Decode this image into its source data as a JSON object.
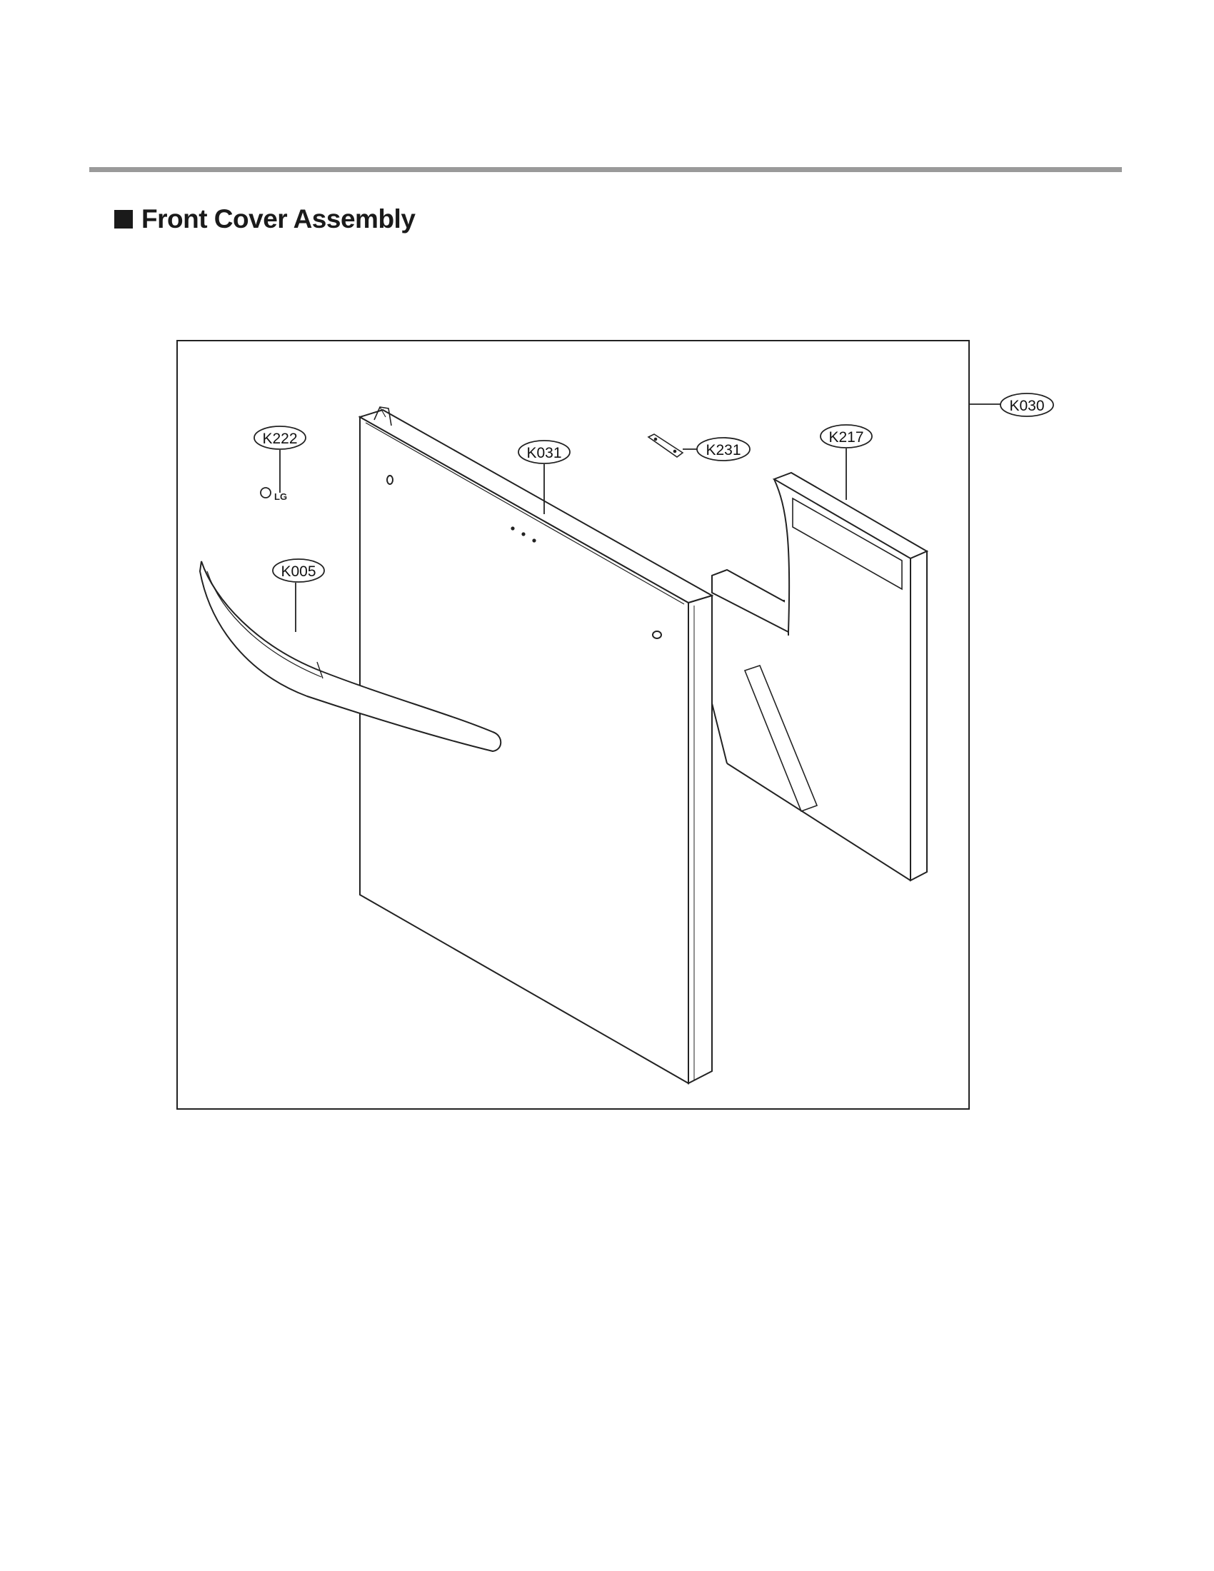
{
  "section": {
    "title": "Front Cover Assembly"
  },
  "diagram": {
    "callouts": {
      "k030": "K030",
      "k222": "K222",
      "k031": "K031",
      "k231": "K231",
      "k217": "K217",
      "k005": "K005"
    }
  }
}
